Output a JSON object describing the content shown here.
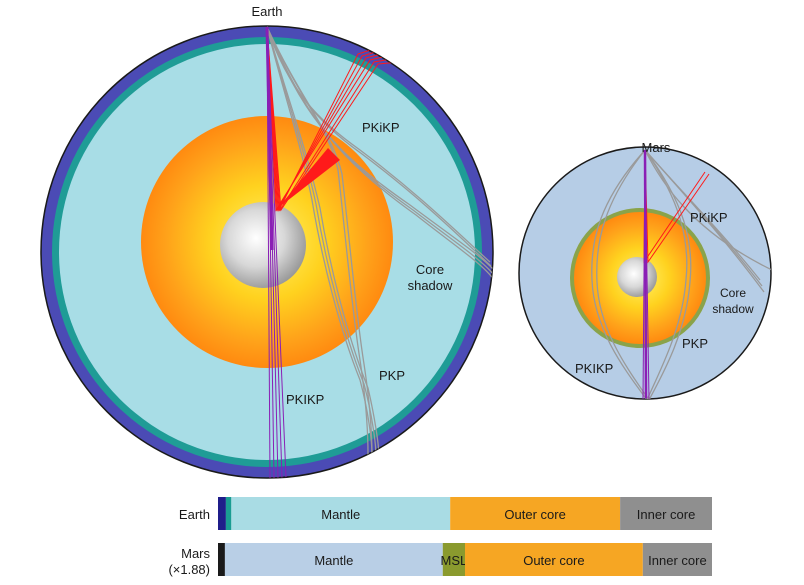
{
  "earth": {
    "name": "Earth",
    "labels": {
      "pkikp_upper": "PKiKP",
      "pkikp_lower": "PKIKP",
      "pkp": "PKP",
      "core_shadow_line1": "Core",
      "core_shadow_line2": "shadow"
    }
  },
  "mars": {
    "name": "Mars",
    "labels": {
      "pkikp_upper": "PKiKP",
      "pkikp_lower": "PKIKP",
      "pkp": "PKP",
      "core_shadow_line1": "Core",
      "core_shadow_line2": "shadow"
    }
  },
  "bars": [
    {
      "label": "Earth",
      "scale": "",
      "segments": [
        {
          "name": "",
          "fraction": 0.016,
          "color": "#1f1d8a"
        },
        {
          "name": "",
          "fraction": 0.011,
          "color": "#1a9c92"
        },
        {
          "name": "Mantle",
          "fraction": 0.443,
          "color": "#a9dce4"
        },
        {
          "name": "Outer core",
          "fraction": 0.344,
          "color": "#f6a623"
        },
        {
          "name": "Inner core",
          "fraction": 0.186,
          "color": "#8f8f8f"
        }
      ]
    },
    {
      "label": "Mars",
      "scale": "(×1.88)",
      "segments": [
        {
          "name": "",
          "fraction": 0.014,
          "color": "#1a1a1a"
        },
        {
          "name": "Mantle",
          "fraction": 0.441,
          "color": "#b9cfe6"
        },
        {
          "name": "MSL",
          "fraction": 0.045,
          "color": "#8a9a2e"
        },
        {
          "name": "Outer core",
          "fraction": 0.36,
          "color": "#f6a623"
        },
        {
          "name": "Inner core",
          "fraction": 0.14,
          "color": "#8f8f8f"
        }
      ]
    }
  ],
  "colors": {
    "earth_crust": "#4b4bb5",
    "earth_transition": "#1f9c96",
    "earth_mantle": "#a8dde6",
    "mars_mantle": "#b6cde6",
    "msl": "#8aa34a",
    "ray_gray": "#9a9a9a",
    "ray_red": "#ff1a1a",
    "ray_purple": "#8a1fb5"
  }
}
